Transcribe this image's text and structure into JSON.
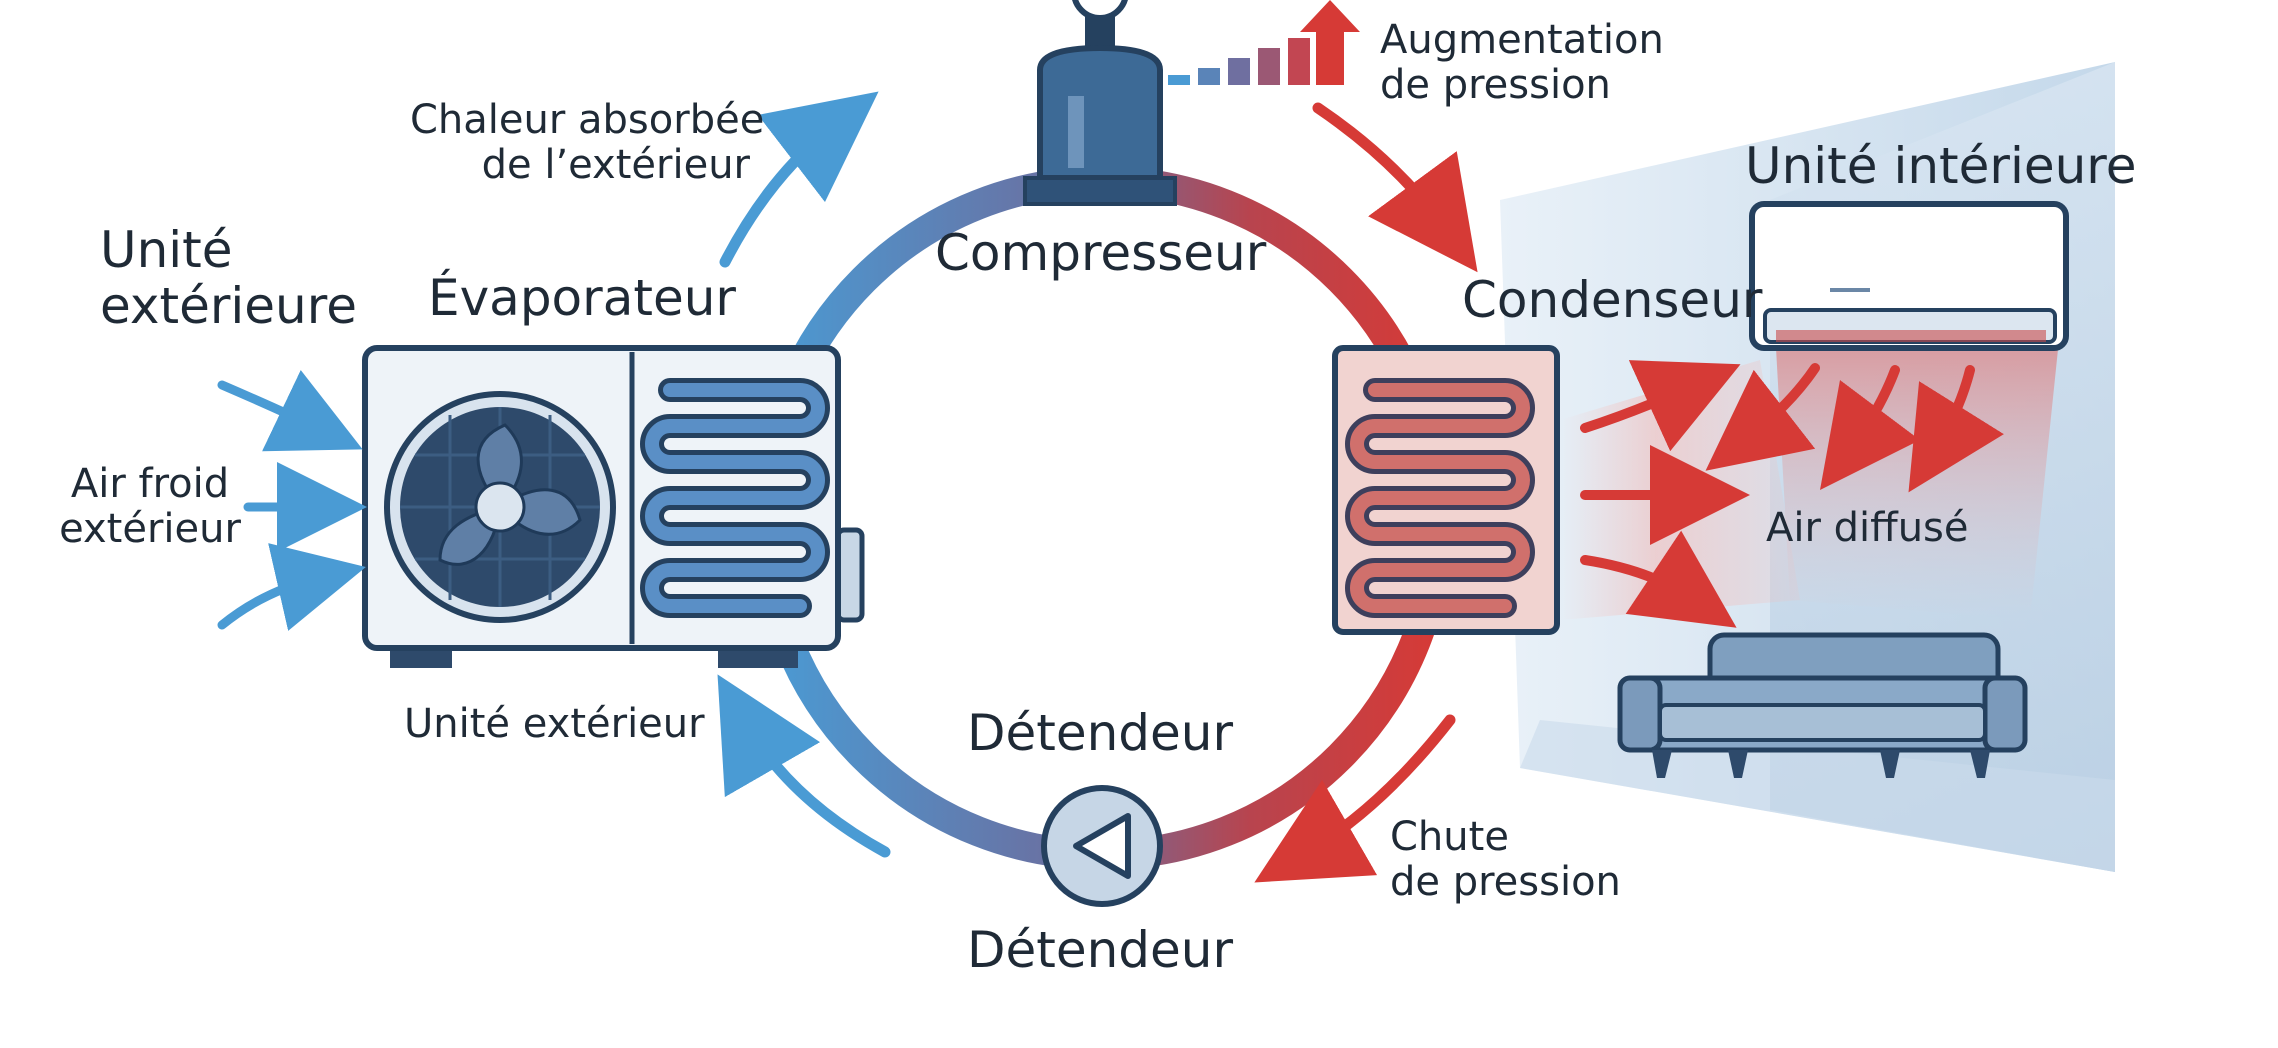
{
  "labels": {
    "outdoor_unit": [
      "Unité",
      "extérieure"
    ],
    "evaporator": "Évaporateur",
    "heat_absorbed": [
      "Chaleur absorbée",
      "de l’extérieur"
    ],
    "compressor": "Compresseur",
    "pressure_increase": [
      "Augmentation",
      "de pression"
    ],
    "indoor_unit": "Unité intérieure",
    "condenser": "Condenseur",
    "cold_air": [
      "Air froid",
      "extérieur"
    ],
    "outdoor_unit_caption": "Unité extérieur",
    "expansion_valve_top": "Détendeur",
    "expansion_valve_bottom": "Détendeur",
    "pressure_drop": [
      "Chute",
      "de pression"
    ],
    "air_diffused": "Air diffusé"
  },
  "icons": {
    "compressor": "compressor-icon",
    "outdoor_unit": "outdoor-unit-icon",
    "fan": "fan-icon",
    "evaporator_coil": "evaporator-coil-icon",
    "condenser_coil": "condenser-coil-icon",
    "indoor_unit": "indoor-ac-unit-icon",
    "sofa": "sofa-icon",
    "expansion_valve": "expansion-valve-icon"
  },
  "colors": {
    "cold": "#4a9bd4",
    "hot": "#d63a36",
    "outline": "#25415f",
    "text": "#1f2a36"
  }
}
